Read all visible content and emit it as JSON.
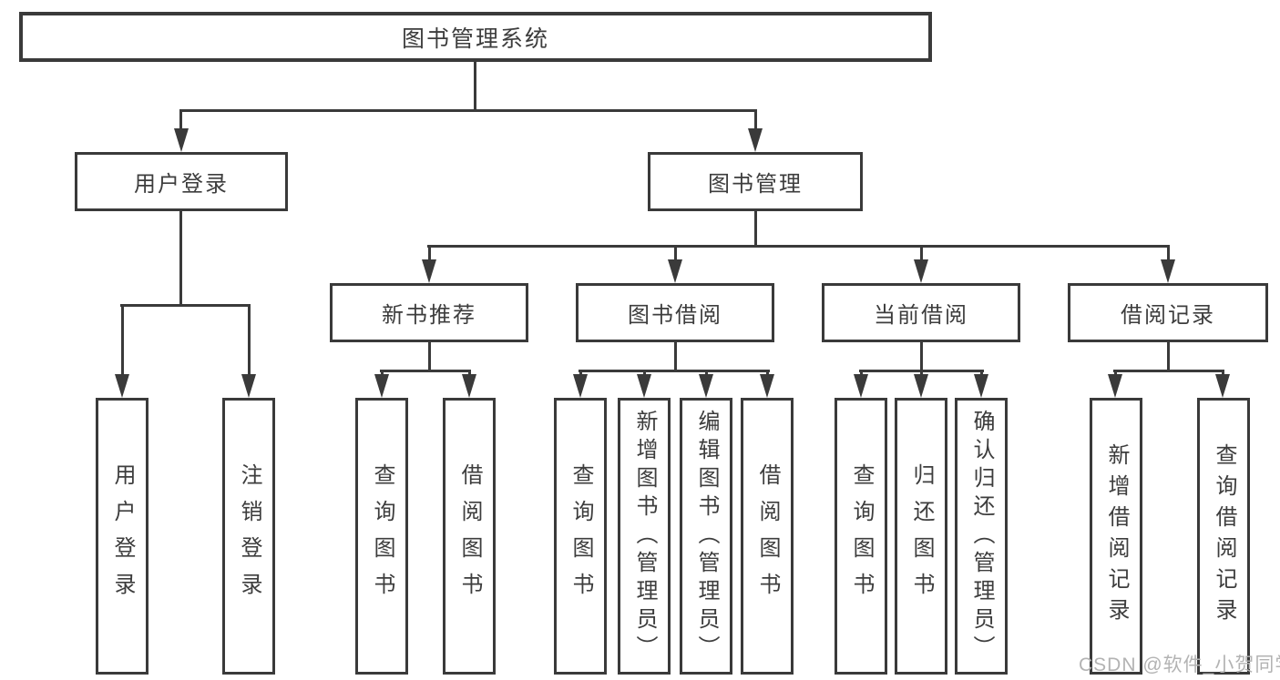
{
  "tree": {
    "root": {
      "label": "图书管理系统"
    },
    "login": {
      "label": "用户登录",
      "children": [
        {
          "label": "用户登录"
        },
        {
          "label": "注销登录"
        }
      ]
    },
    "mgmt": {
      "label": "图书管理",
      "groups": [
        {
          "label": "新书推荐",
          "children": [
            {
              "label": "查询图书"
            },
            {
              "label": "借阅图书"
            }
          ]
        },
        {
          "label": "图书借阅",
          "children": [
            {
              "label": "查询图书"
            },
            {
              "label": "新增图书（管理员）"
            },
            {
              "label": "编辑图书（管理员）"
            },
            {
              "label": "借阅图书"
            }
          ]
        },
        {
          "label": "当前借阅",
          "children": [
            {
              "label": "查询图书"
            },
            {
              "label": "归还图书"
            },
            {
              "label": "确认归还（管理员）"
            }
          ]
        },
        {
          "label": "借阅记录",
          "children": [
            {
              "label": "新增借阅记录"
            },
            {
              "label": "查询借阅记录"
            }
          ]
        }
      ]
    }
  },
  "watermark": {
    "text": "CSDN @软件_小贺同学"
  },
  "colors": {
    "line": "#3a3a3a",
    "text": "#3d3d3d",
    "watermark": "#b3b3b3",
    "background": "#ffffff"
  }
}
